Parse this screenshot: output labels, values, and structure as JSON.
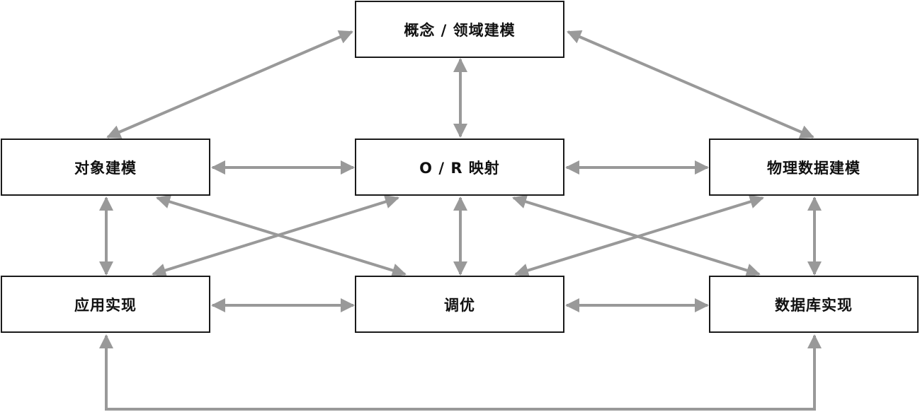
{
  "colors": {
    "arrow": "#999999",
    "box_border": "#1a1a1a",
    "text": "#111111"
  },
  "nodes": {
    "concept": "概念 / 领域建模",
    "object": "对象建模",
    "or_mapping": "O / R 映射",
    "physical": "物理数据建模",
    "app_impl": "应用实现",
    "tuning": "调优",
    "db_impl": "数据库实现"
  },
  "edges": [
    {
      "from": "concept",
      "to": "object",
      "bidirectional": true
    },
    {
      "from": "concept",
      "to": "or_mapping",
      "bidirectional": true
    },
    {
      "from": "concept",
      "to": "physical",
      "bidirectional": true
    },
    {
      "from": "object",
      "to": "or_mapping",
      "bidirectional": true
    },
    {
      "from": "or_mapping",
      "to": "physical",
      "bidirectional": true
    },
    {
      "from": "object",
      "to": "app_impl",
      "bidirectional": true
    },
    {
      "from": "or_mapping",
      "to": "tuning",
      "bidirectional": true
    },
    {
      "from": "physical",
      "to": "db_impl",
      "bidirectional": true
    },
    {
      "from": "app_impl",
      "to": "tuning",
      "bidirectional": true
    },
    {
      "from": "tuning",
      "to": "db_impl",
      "bidirectional": true
    },
    {
      "from": "object",
      "to": "tuning",
      "bidirectional": true
    },
    {
      "from": "or_mapping",
      "to": "app_impl",
      "bidirectional": true
    },
    {
      "from": "or_mapping",
      "to": "db_impl",
      "bidirectional": true
    },
    {
      "from": "physical",
      "to": "tuning",
      "bidirectional": true
    },
    {
      "from": "app_impl",
      "to": "db_impl",
      "bidirectional": true,
      "route": "bottom"
    }
  ]
}
